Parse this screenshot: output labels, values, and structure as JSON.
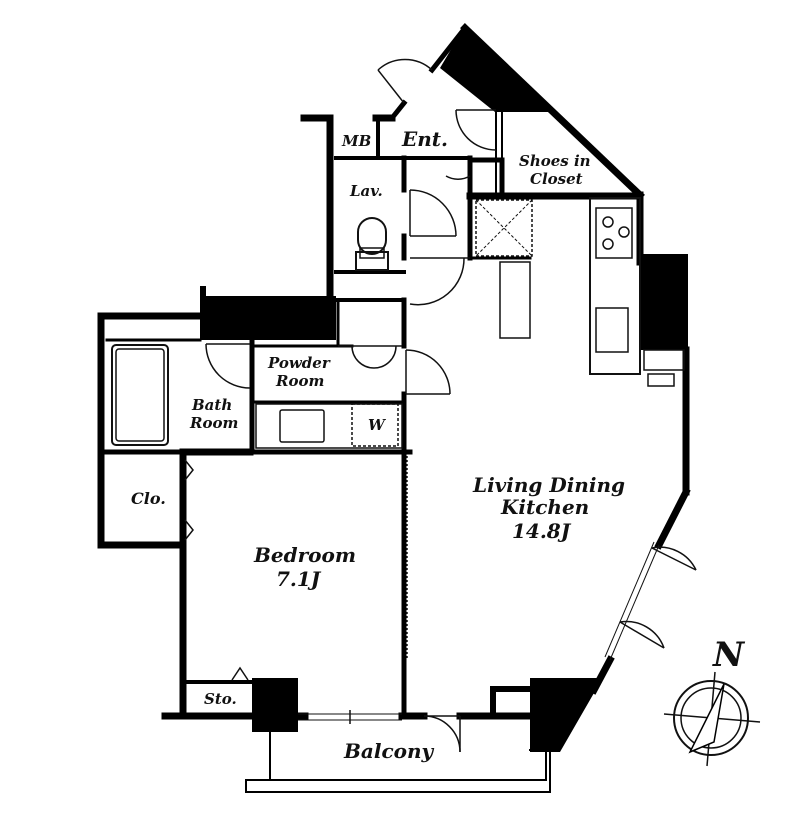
{
  "floorplan": {
    "rooms": {
      "mb": "MB",
      "entrance": "Ent.",
      "shoes_closet_line1": "Shoes in",
      "shoes_closet_line2": "Closet",
      "lavatory": "Lav.",
      "powder_room_line1": "Powder",
      "powder_room_line2": "Room",
      "bath_room_line1": "Bath",
      "bath_room_line2": "Room",
      "washer": "W",
      "closet": "Clo.",
      "bedroom_name": "Bedroom",
      "bedroom_size": "7.1J",
      "ldk_line1": "Living Dining",
      "ldk_line2": "Kitchen",
      "ldk_size": "14.8J",
      "storage": "Sto.",
      "balcony": "Balcony"
    },
    "compass": {
      "north_label": "N",
      "icon": "north-arrow-compass-icon"
    },
    "colors": {
      "wall": "#000000",
      "line": "#111111",
      "background": "#ffffff"
    }
  }
}
